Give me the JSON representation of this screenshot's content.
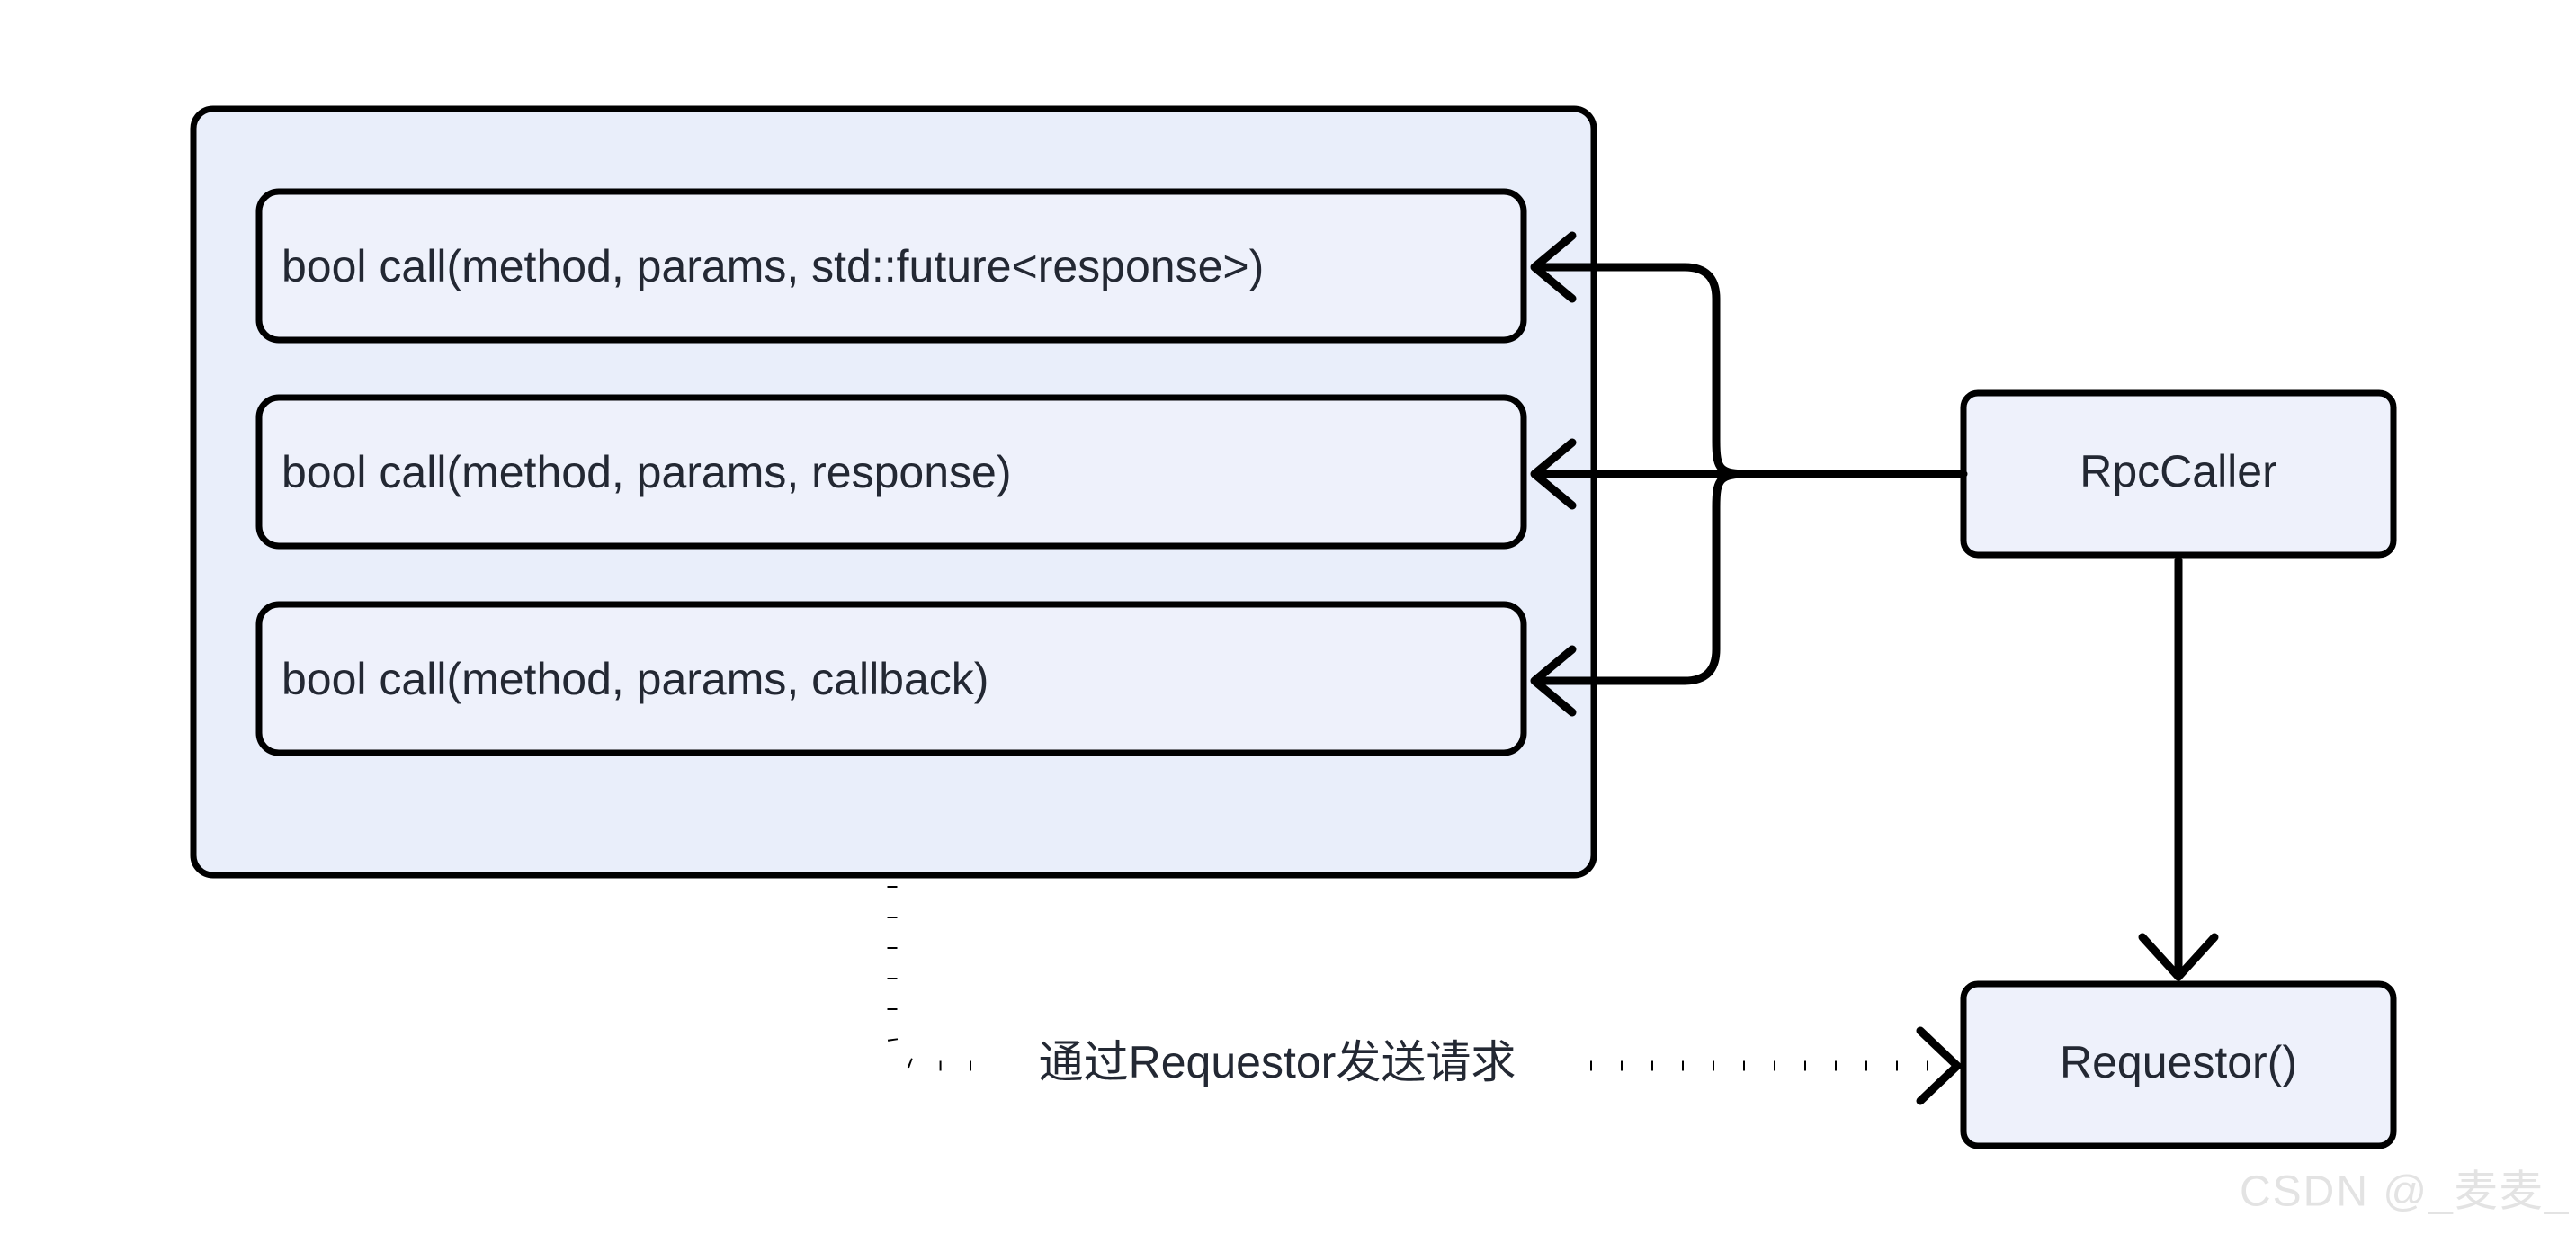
{
  "diagram": {
    "title": "RpcCaller call interface diagram",
    "background_color": "#ffffff",
    "node_fill_color": "#eef1fb",
    "container_fill_color": "#e9eefa",
    "stroke_color": "#000000",
    "text_color": "#232833"
  },
  "container": {
    "name": "method-group-container"
  },
  "methods": [
    {
      "label": "bool call(method,  params, std::future<response>)"
    },
    {
      "label": "bool call(method,  params, response)"
    },
    {
      "label": "bool call(method,  params, callback)"
    }
  ],
  "nodes": {
    "rpc_caller": {
      "label": "RpcCaller"
    },
    "requestor": {
      "label": "Requestor()"
    }
  },
  "edges": [
    {
      "name": "rpccaller-to-methods",
      "label": "",
      "style": "solid",
      "arrow": "open"
    },
    {
      "name": "rpccaller-to-requestor",
      "label": "",
      "style": "solid",
      "arrow": "open"
    },
    {
      "name": "methods-to-requestor",
      "label": "通过Requestor发送请求",
      "style": "dotted",
      "arrow": "open"
    }
  ],
  "watermark": {
    "text": "CSDN @_麦麦_"
  }
}
